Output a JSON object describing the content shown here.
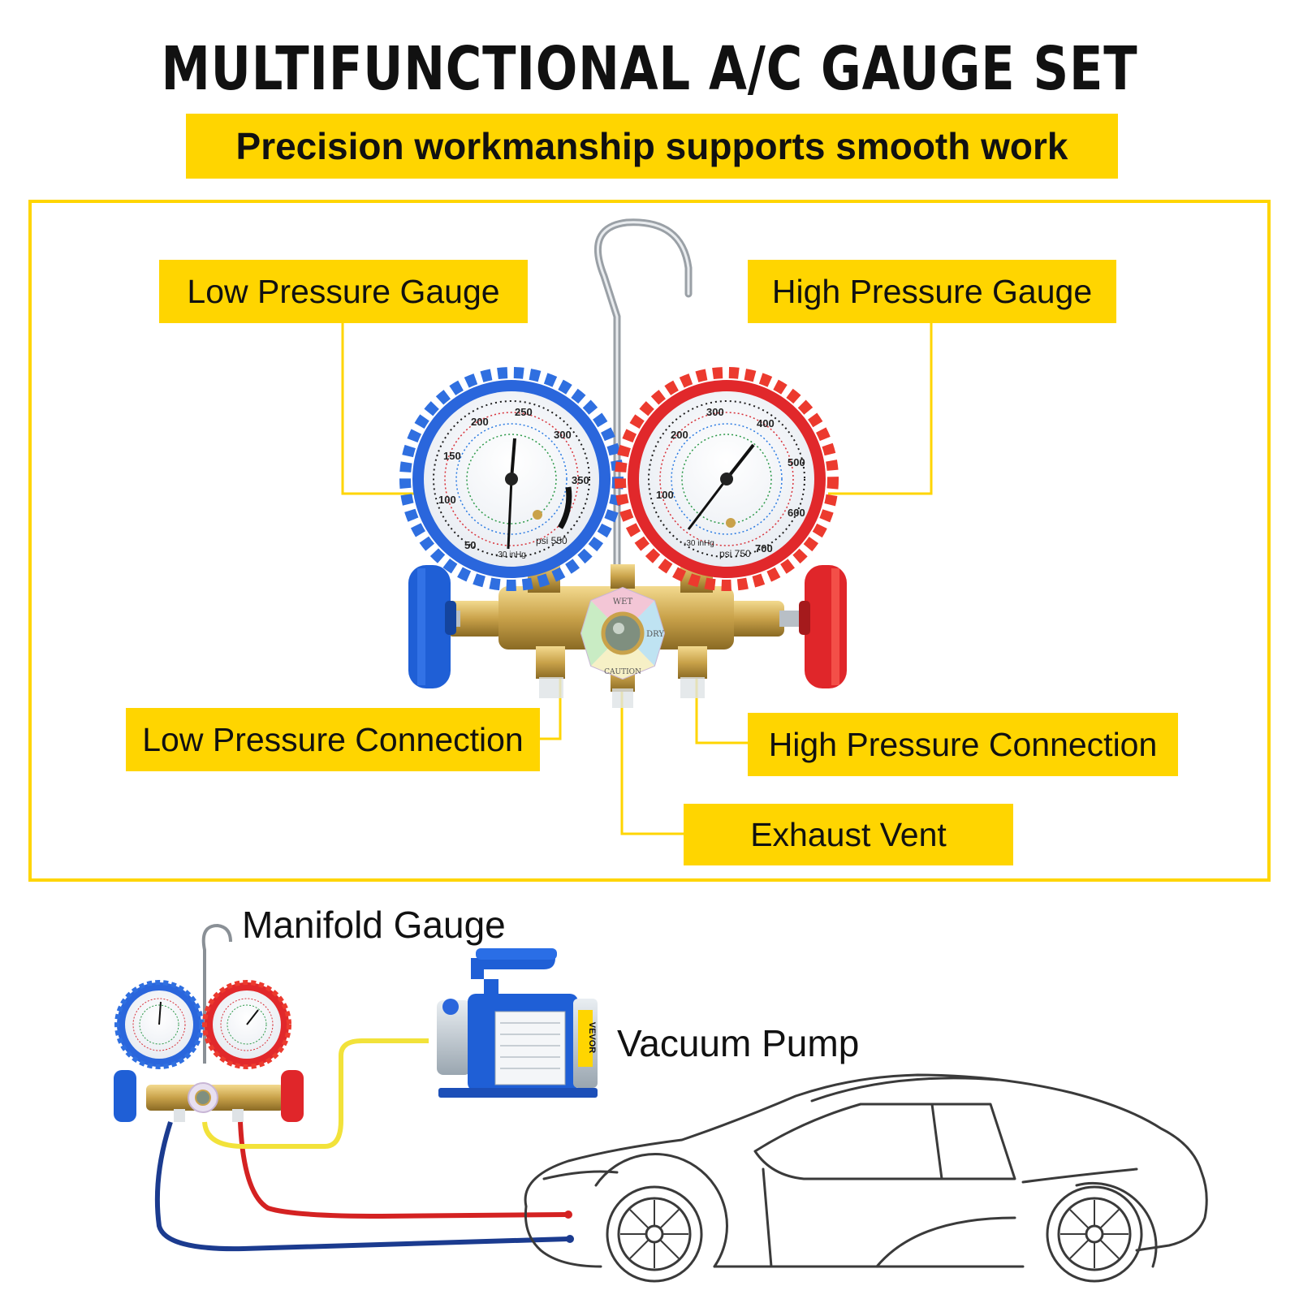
{
  "title": "MULTIFUNCTIONAL A/C GAUGE SET",
  "subtitle": "Precision workmanship supports smooth work",
  "labels": {
    "low_pressure_gauge": "Low Pressure Gauge",
    "high_pressure_gauge": "High Pressure Gauge",
    "low_pressure_connection": "Low Pressure Connection",
    "high_pressure_connection": "High Pressure Connection",
    "exhaust_vent": "Exhaust Vent",
    "manifold_gauge": "Manifold Gauge",
    "vacuum_pump": "Vacuum Pump"
  },
  "gauges": {
    "low": {
      "ticks": [
        "50",
        "100",
        "150",
        "200",
        "250",
        "300",
        "350"
      ],
      "unit": "psi 550",
      "vac": "-30 inHg"
    },
    "high": {
      "ticks": [
        "100",
        "200",
        "300",
        "400",
        "500",
        "600",
        "700"
      ],
      "unit": "psi 750",
      "vac": "-30 inHg"
    }
  },
  "sight_glass": {
    "top": "WET",
    "right": "DRY",
    "bottom": "CAUTION"
  },
  "pump_brand": "VEVOR",
  "colors": {
    "accent_yellow": "#ffd500",
    "low_blue": "#1f5fd6",
    "high_red": "#e0262a",
    "hose_yellow": "#f2e23a",
    "brass": "#c9a24a"
  }
}
